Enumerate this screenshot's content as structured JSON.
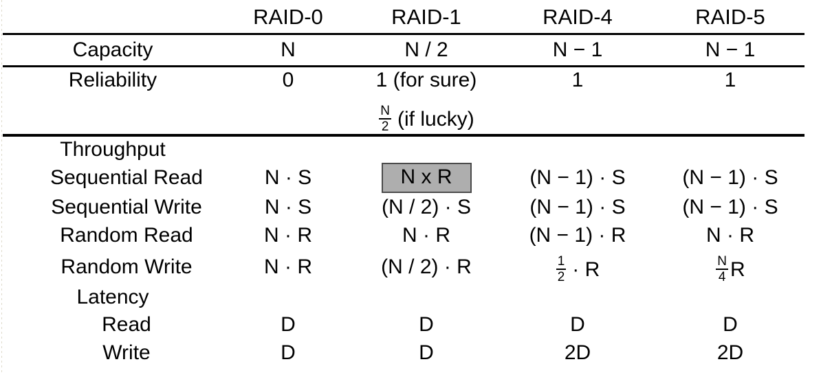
{
  "table": {
    "columns": [
      "RAID-0",
      "RAID-1",
      "RAID-4",
      "RAID-5"
    ],
    "row_label_header": "",
    "capacity": {
      "label": "Capacity",
      "values": [
        "N",
        "N / 2",
        "N − 1",
        "N − 1"
      ]
    },
    "reliability": {
      "label": "Reliability",
      "values": [
        "0",
        "1 (for sure)",
        "1",
        "1"
      ],
      "raid1_second_line": {
        "numerator": "N",
        "denominator": "2",
        "suffix": "(if lucky)"
      }
    },
    "throughput": {
      "label": "Throughput",
      "rows": [
        {
          "label": "Sequential Read",
          "values": [
            "N · S",
            "N x R",
            "(N − 1) · S",
            "(N − 1) · S"
          ],
          "highlight_column": 1
        },
        {
          "label": "Sequential Write",
          "values": [
            "N · S",
            "(N / 2) · S",
            "(N − 1) · S",
            "(N − 1) · S"
          ],
          "highlight_column": -1
        },
        {
          "label": "Random Read",
          "values": [
            "N · R",
            "N · R",
            "(N − 1) · R",
            "N · R"
          ],
          "highlight_column": -1
        },
        {
          "label": "Random Write",
          "values": [
            "N · R",
            "(N / 2) · R",
            "",
            ""
          ],
          "highlight_column": -1,
          "raid4_fraction": {
            "numerator": "1",
            "denominator": "2",
            "suffix": "· R"
          },
          "raid5_fraction": {
            "numerator": "N",
            "denominator": "4",
            "suffix": "R"
          }
        }
      ]
    },
    "latency": {
      "label": "Latency",
      "rows": [
        {
          "label": "Read",
          "values": [
            "D",
            "D",
            "D",
            "D"
          ]
        },
        {
          "label": "Write",
          "values": [
            "D",
            "D",
            "2D",
            "2D"
          ]
        }
      ]
    }
  },
  "style": {
    "highlight_fill": "#aeaeae",
    "highlight_border": "#4a4a4a",
    "rule_color": "#000000",
    "background": "#ffffff"
  }
}
